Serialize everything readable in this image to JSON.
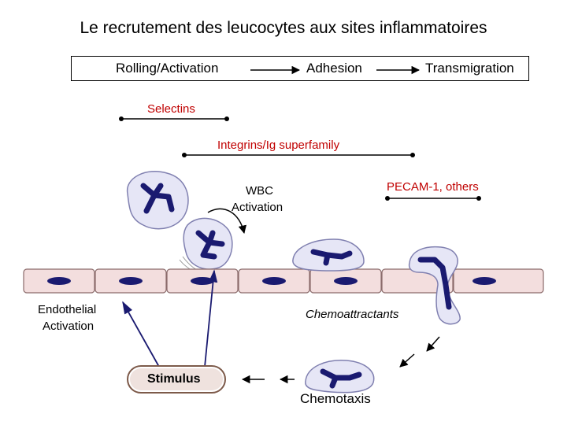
{
  "title": "Le recrutement des leucocytes aux sites inflammatoires",
  "stages": {
    "rolling": "Rolling/Activation",
    "adhesion": "Adhesion",
    "transmigration": "Transmigration"
  },
  "molecules": {
    "selectins": "Selectins",
    "integrins": "Integrins/Ig superfamily",
    "pecam": "PECAM-1, others"
  },
  "labels": {
    "wbc_activation_line1": "WBC",
    "wbc_activation_line2": "Activation",
    "endothelial_line1": "Endothelial",
    "endothelial_line2": "Activation",
    "chemoattractants": "Chemoattractants",
    "stimulus": "Stimulus",
    "chemotaxis": "Chemotaxis"
  },
  "colors": {
    "molecule_text": "#c00000",
    "cell_fill": "#e6e6f6",
    "cell_stroke": "#8080b0",
    "nucleus": "#1a1a70",
    "endothelium_fill": "#f3dede",
    "endothelium_stroke": "#8a6a6a",
    "stimulus_border": "#7d5a4a"
  }
}
